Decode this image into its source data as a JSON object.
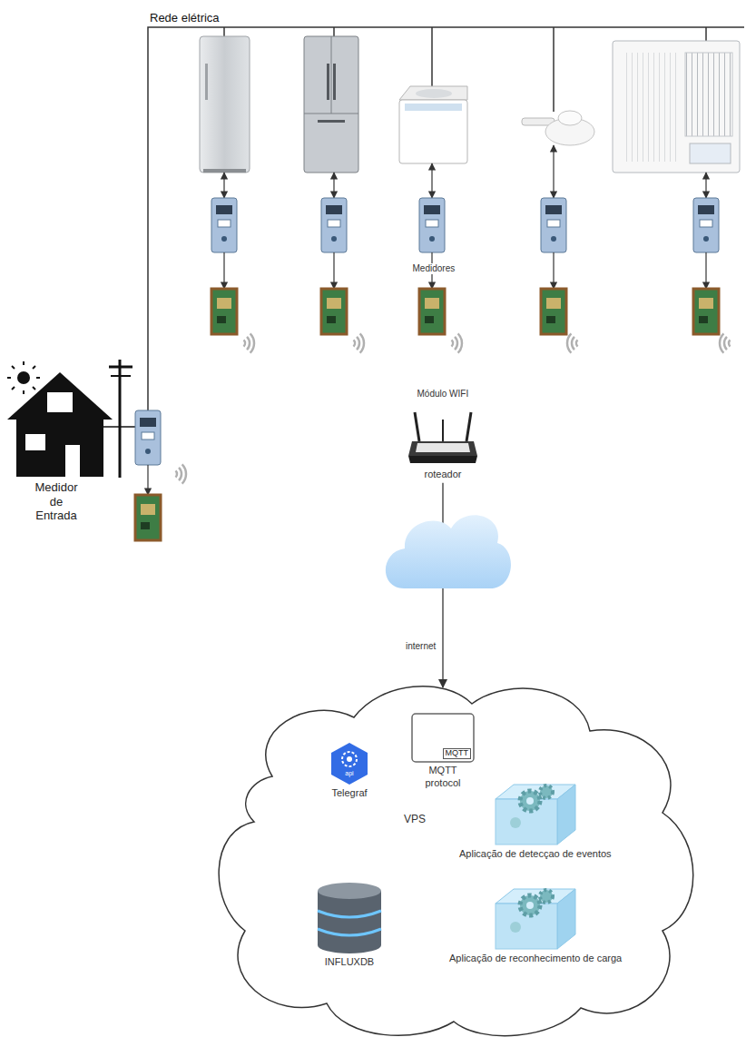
{
  "diagram": {
    "nodes": [
      {
        "text": [
          "roteador"
        ]
      },
      {
        "text": [
          "VPS"
        ]
      },
      {
        "text": [
          "MQTT",
          "MQTT protocol"
        ],
        "in": 1
      },
      {
        "text": [
          "api",
          "Telegraf"
        ],
        "in": 1
      },
      {
        "text": [
          "Aplicação de detecçao de eventos"
        ],
        "in": 1
      },
      {
        "text": [
          "INFLUXDB"
        ],
        "in": 1
      },
      {
        "text": [
          "Aplicação de reconhecimento de carga"
        ],
        "in": 1
      }
    ],
    "edges": [
      {
        "from": 0,
        "to": 1,
        "arrow": "to",
        "label": "internet"
      },
      {
        "from": 3,
        "to": 2,
        "arrow": "to"
      },
      {
        "from": 3,
        "to": 5,
        "arrow": "to"
      },
      {
        "from": 4,
        "to": 2,
        "arrow": "to"
      },
      {
        "from": 6,
        "to": 5,
        "arrow": "to"
      }
    ],
    "labels": [
      "Rede elétrica",
      "Medidores",
      "Módulo WIFI",
      "Medidor de Entrada"
    ]
  }
}
